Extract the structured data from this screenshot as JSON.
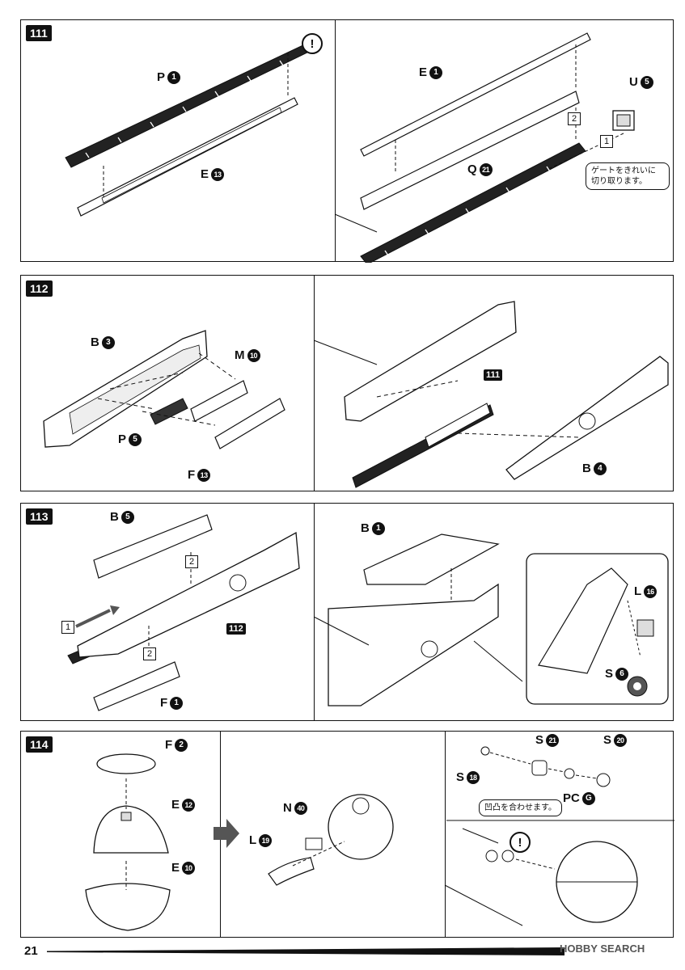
{
  "page_number": "21",
  "watermark": "HOBBY SEARCH",
  "steps": {
    "s111": {
      "number": "111",
      "left": {
        "p": "P",
        "p_num": "1",
        "e": "E",
        "e_num": "13",
        "bang": "!"
      },
      "right": {
        "e": "E",
        "e_num": "1",
        "u": "U",
        "u_num": "5",
        "q": "Q",
        "q_num": "21",
        "seq1": "1",
        "seq2": "2",
        "note": "ゲートをきれいに\n切り取ります。"
      }
    },
    "s112": {
      "number": "112",
      "left": {
        "b": "B",
        "b_num": "3",
        "m": "M",
        "m_num": "10",
        "p": "P",
        "p_num": "5",
        "f": "F",
        "f_num": "13"
      },
      "right": {
        "tag": "111",
        "b": "B",
        "b_num": "4"
      }
    },
    "s113": {
      "number": "113",
      "left": {
        "b": "B",
        "b_num": "5",
        "seq1": "1",
        "seq2a": "2",
        "seq2b": "2",
        "tag": "112",
        "f": "F",
        "f_num": "1"
      },
      "right": {
        "b": "B",
        "b_num": "1",
        "l": "L",
        "l_num": "16",
        "s": "S",
        "s_num": "6"
      }
    },
    "s114": {
      "number": "114",
      "col1": {
        "f": "F",
        "f_num": "2",
        "e1": "E",
        "e1_num": "12",
        "e2": "E",
        "e2_num": "10"
      },
      "col2": {
        "n": "N",
        "n_num": "40",
        "l": "L",
        "l_num": "19"
      },
      "col3": {
        "s21": "S",
        "s21_num": "21",
        "s20": "S",
        "s20_num": "20",
        "s18": "S",
        "s18_num": "18",
        "pc": "PC",
        "pc_num": "G",
        "note": "凹凸を合わせます。",
        "bang": "!"
      }
    }
  }
}
